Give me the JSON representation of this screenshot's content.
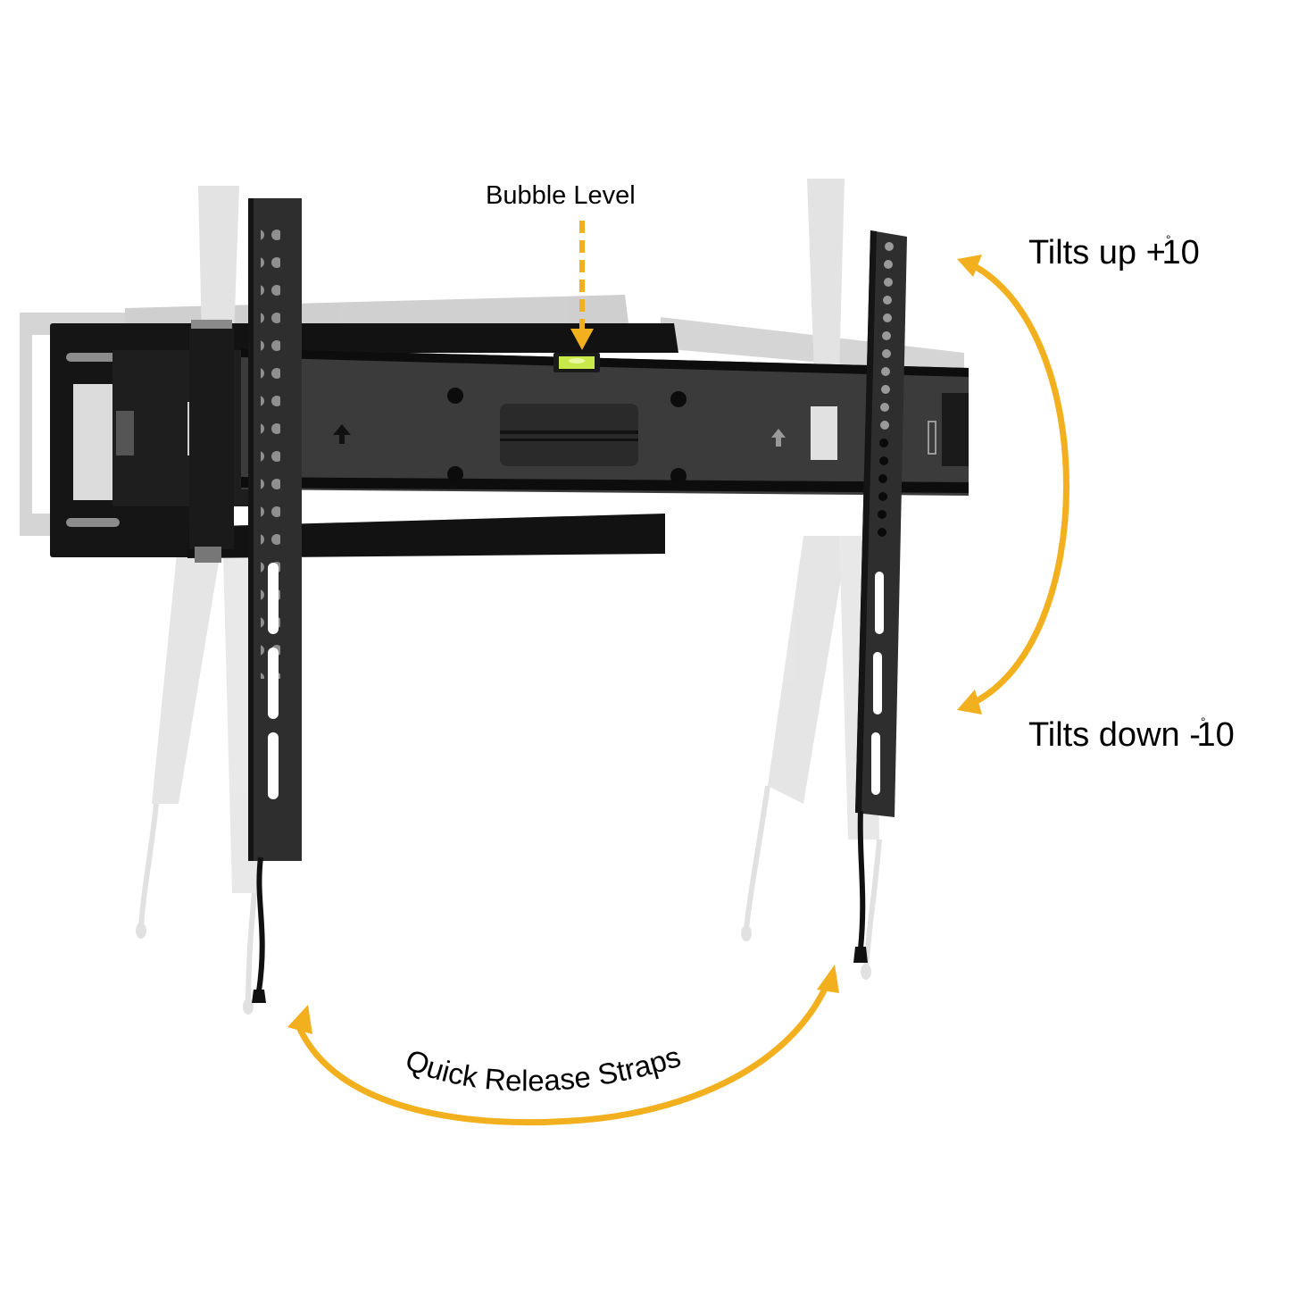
{
  "annotations": {
    "bubble_level": "Bubble Level",
    "tilts_up": {
      "prefix": "Tilts up +",
      "degree_symbol": "°",
      "value": "10"
    },
    "tilts_down": {
      "prefix": "Tilts down -",
      "degree_symbol": "°",
      "value": "10"
    },
    "quick_release": "Quick Release Straps"
  },
  "colors": {
    "accent_arrow": "#F2B01E",
    "metal_dark": "#1c1c1c",
    "metal_mid": "#3a3a3a",
    "ghost": "#cfcfcf",
    "bubble_vial": "#c9e84a"
  },
  "tilt_range_degrees": {
    "up": 10,
    "down": -10
  }
}
